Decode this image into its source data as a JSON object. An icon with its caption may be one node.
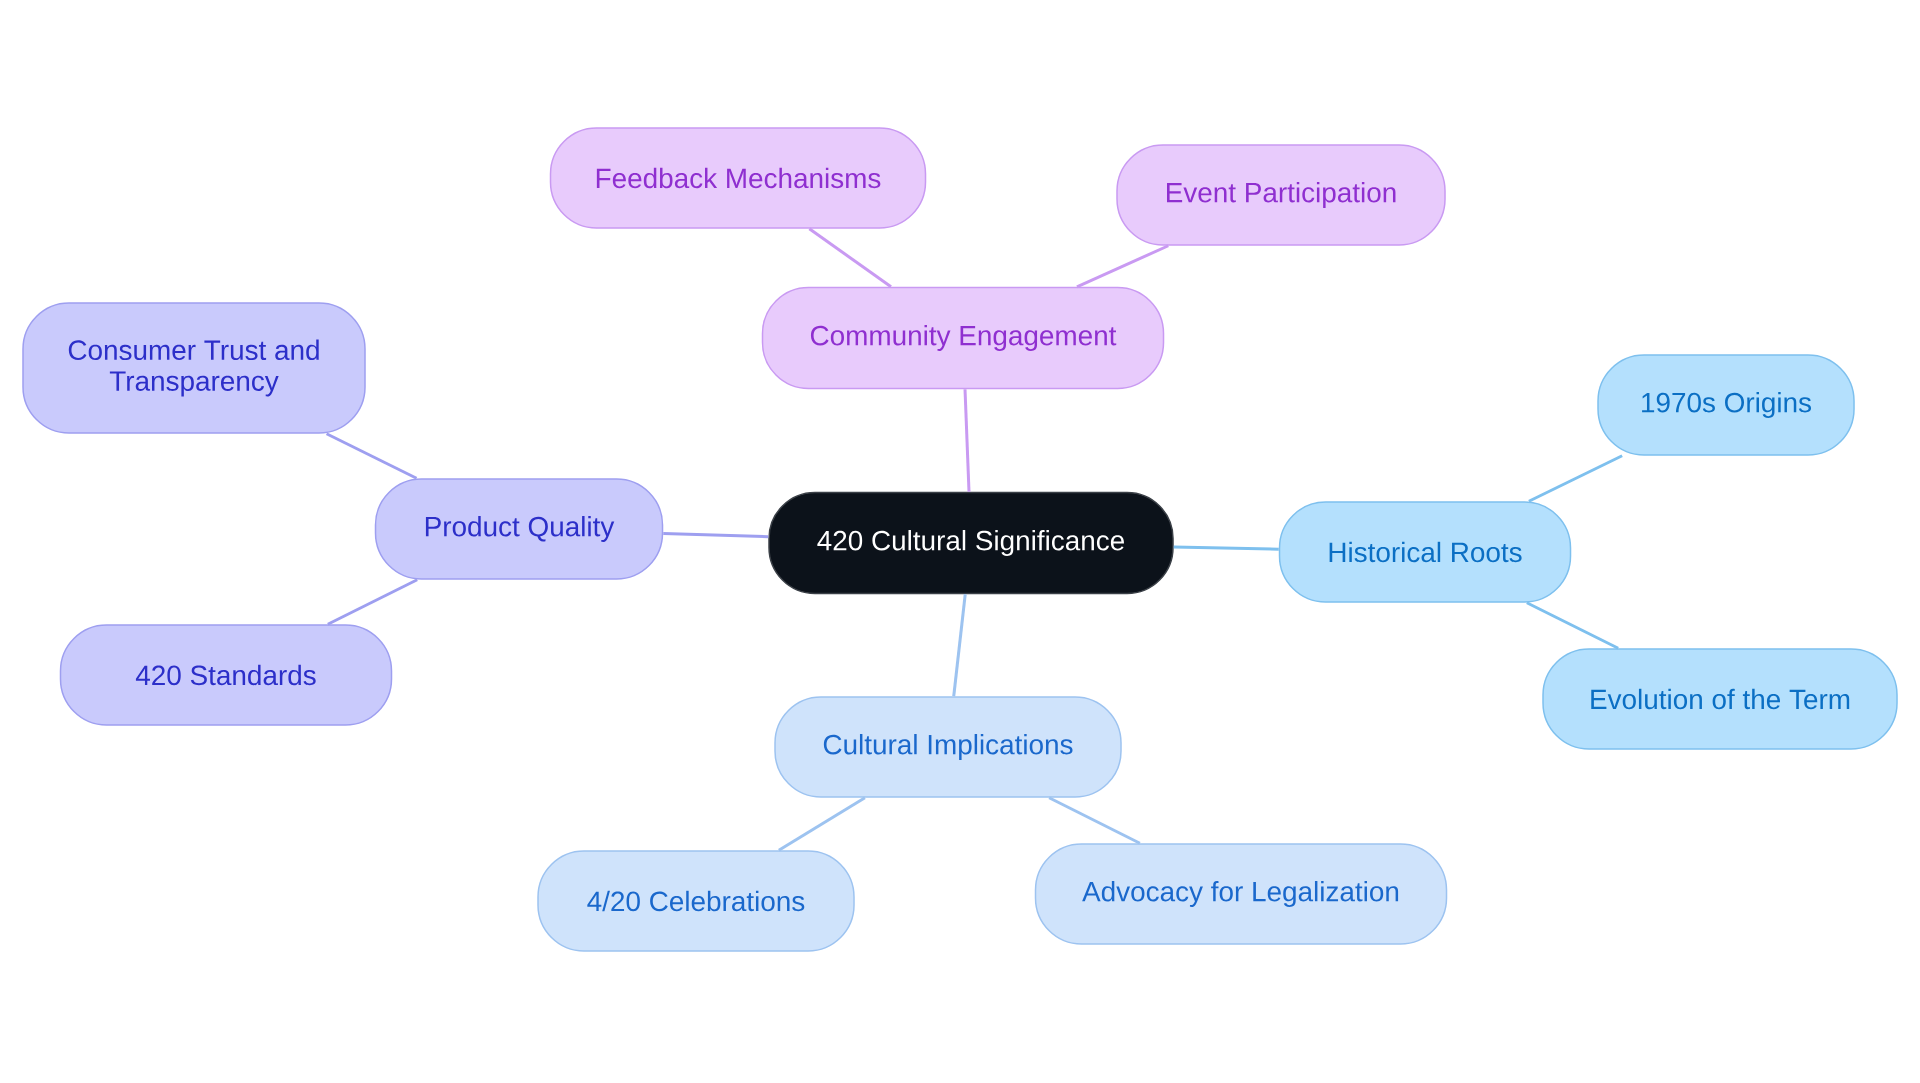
{
  "diagram": {
    "nodes": [
      {
        "text": [
          "420 Cultural Significance"
        ]
      },
      {
        "text": [
          "Community Engagement"
        ]
      },
      {
        "text": [
          "Feedback Mechanisms"
        ]
      },
      {
        "text": [
          "Event Participation"
        ]
      },
      {
        "text": [
          "Product Quality"
        ]
      },
      {
        "text": [
          "Consumer Trust and Transparency"
        ]
      },
      {
        "text": [
          "420 Standards"
        ]
      },
      {
        "text": [
          "Historical Roots"
        ]
      },
      {
        "text": [
          "1970s Origins"
        ]
      },
      {
        "text": [
          "Evolution of the Term"
        ]
      },
      {
        "text": [
          "Cultural Implications"
        ]
      },
      {
        "text": [
          "4/20 Celebrations"
        ]
      },
      {
        "text": [
          "Advocacy for Legalization"
        ]
      }
    ],
    "edges": [
      {
        "from": 0,
        "to": 1,
        "arrow": "none",
        "color": "#c99af2"
      },
      {
        "from": 1,
        "to": 2,
        "arrow": "none",
        "color": "#c99af2"
      },
      {
        "from": 1,
        "to": 3,
        "arrow": "none",
        "color": "#c99af2"
      },
      {
        "from": 0,
        "to": 4,
        "arrow": "none",
        "color": "#9e9ff0"
      },
      {
        "from": 4,
        "to": 5,
        "arrow": "none",
        "color": "#9e9ff0"
      },
      {
        "from": 4,
        "to": 6,
        "arrow": "none",
        "color": "#9e9ff0"
      },
      {
        "from": 0,
        "to": 7,
        "arrow": "none",
        "color": "#7ec0ee"
      },
      {
        "from": 7,
        "to": 8,
        "arrow": "none",
        "color": "#7ec0ee"
      },
      {
        "from": 7,
        "to": 9,
        "arrow": "none",
        "color": "#7ec0ee"
      },
      {
        "from": 0,
        "to": 10,
        "arrow": "none",
        "color": "#9dc3f0"
      },
      {
        "from": 10,
        "to": 11,
        "arrow": "none",
        "color": "#9dc3f0"
      },
      {
        "from": 10,
        "to": 12,
        "arrow": "none",
        "color": "#9dc3f0"
      }
    ]
  }
}
